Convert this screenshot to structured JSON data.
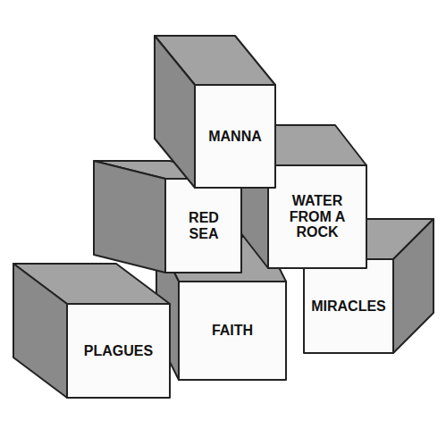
{
  "diagram": {
    "nodes": [
      {
        "text": [
          "MANNA"
        ]
      },
      {
        "text": [
          "RED SEA"
        ]
      },
      {
        "text": [
          "WATER FROM A ROCK"
        ]
      },
      {
        "text": [
          "PLAGUES"
        ]
      },
      {
        "text": [
          "FAITH"
        ]
      },
      {
        "text": [
          "MIRACLES"
        ]
      }
    ]
  }
}
